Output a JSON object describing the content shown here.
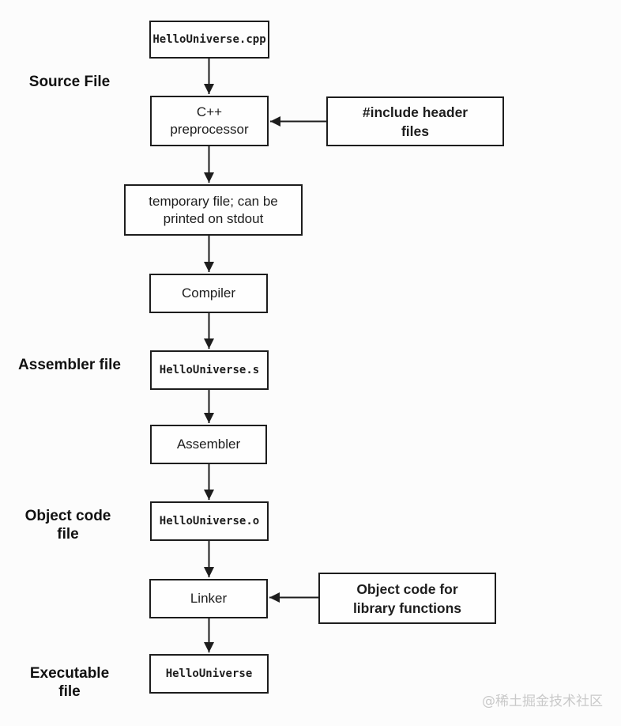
{
  "nodes": {
    "source_file": "HelloUniverse.cpp",
    "preprocessor": "C++ preprocessor",
    "temp_file": "temporary file; can be printed on stdout",
    "compiler": "Compiler",
    "assembly_file": "HelloUniverse.s",
    "assembler": "Assembler",
    "object_file": "HelloUniverse.o",
    "linker": "Linker",
    "executable": "HelloUniverse"
  },
  "annotations": {
    "include_headers": "#include header files",
    "library_object_code": "Object code for library functions"
  },
  "stage_labels": {
    "source": "Source File",
    "assembler": "Assembler file",
    "object_code": "Object code file",
    "executable": "Executable file"
  },
  "watermark": "@稀土掘金技术社区",
  "colors": {
    "line": "#1d1d1d",
    "background": "#fcfcfc",
    "box_fill": "#fefefe",
    "watermark": "#c9c9c9"
  }
}
